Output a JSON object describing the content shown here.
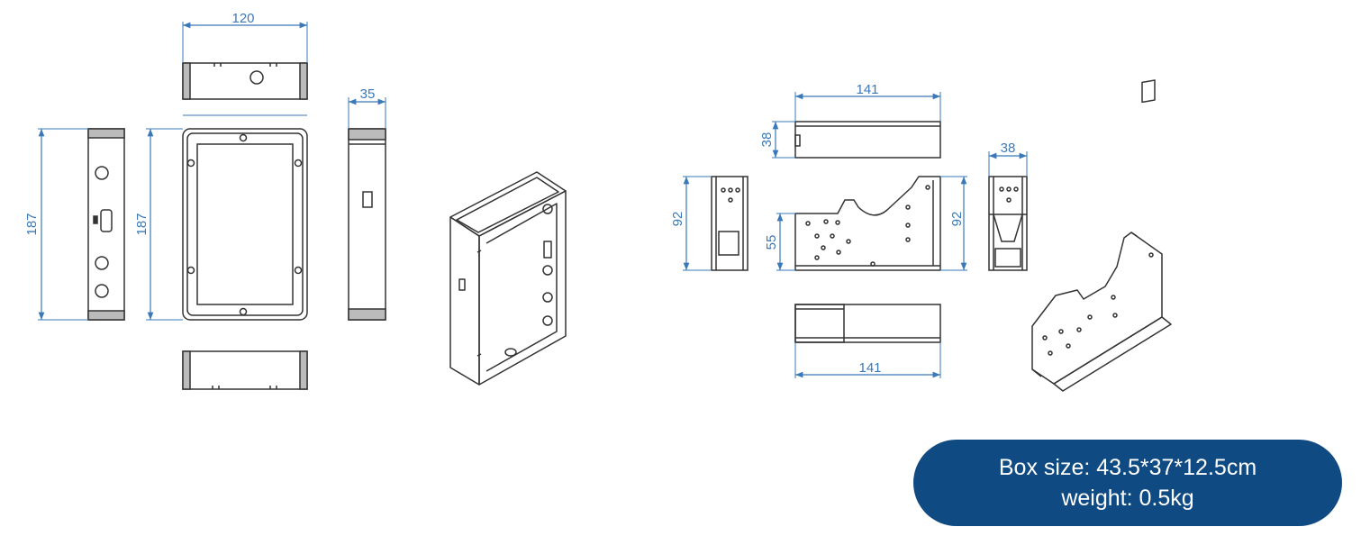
{
  "dimensions": {
    "top_width": "120",
    "side_height": "187",
    "front_height": "187",
    "right_depth": "35",
    "bracket_top_length": "141",
    "bracket_top_height": "38",
    "bracket_side_height": "92",
    "bracket_front_height": "55",
    "bracket_right_height": "92",
    "bracket_right_width": "38",
    "bracket_bottom_length": "141"
  },
  "info": {
    "box_size": "Box size: 43.5*37*12.5cm",
    "weight": "weight: 0.5kg"
  },
  "colors": {
    "dimension": "#3a78b8",
    "line": "#333333",
    "badge": "#0f4a82"
  }
}
